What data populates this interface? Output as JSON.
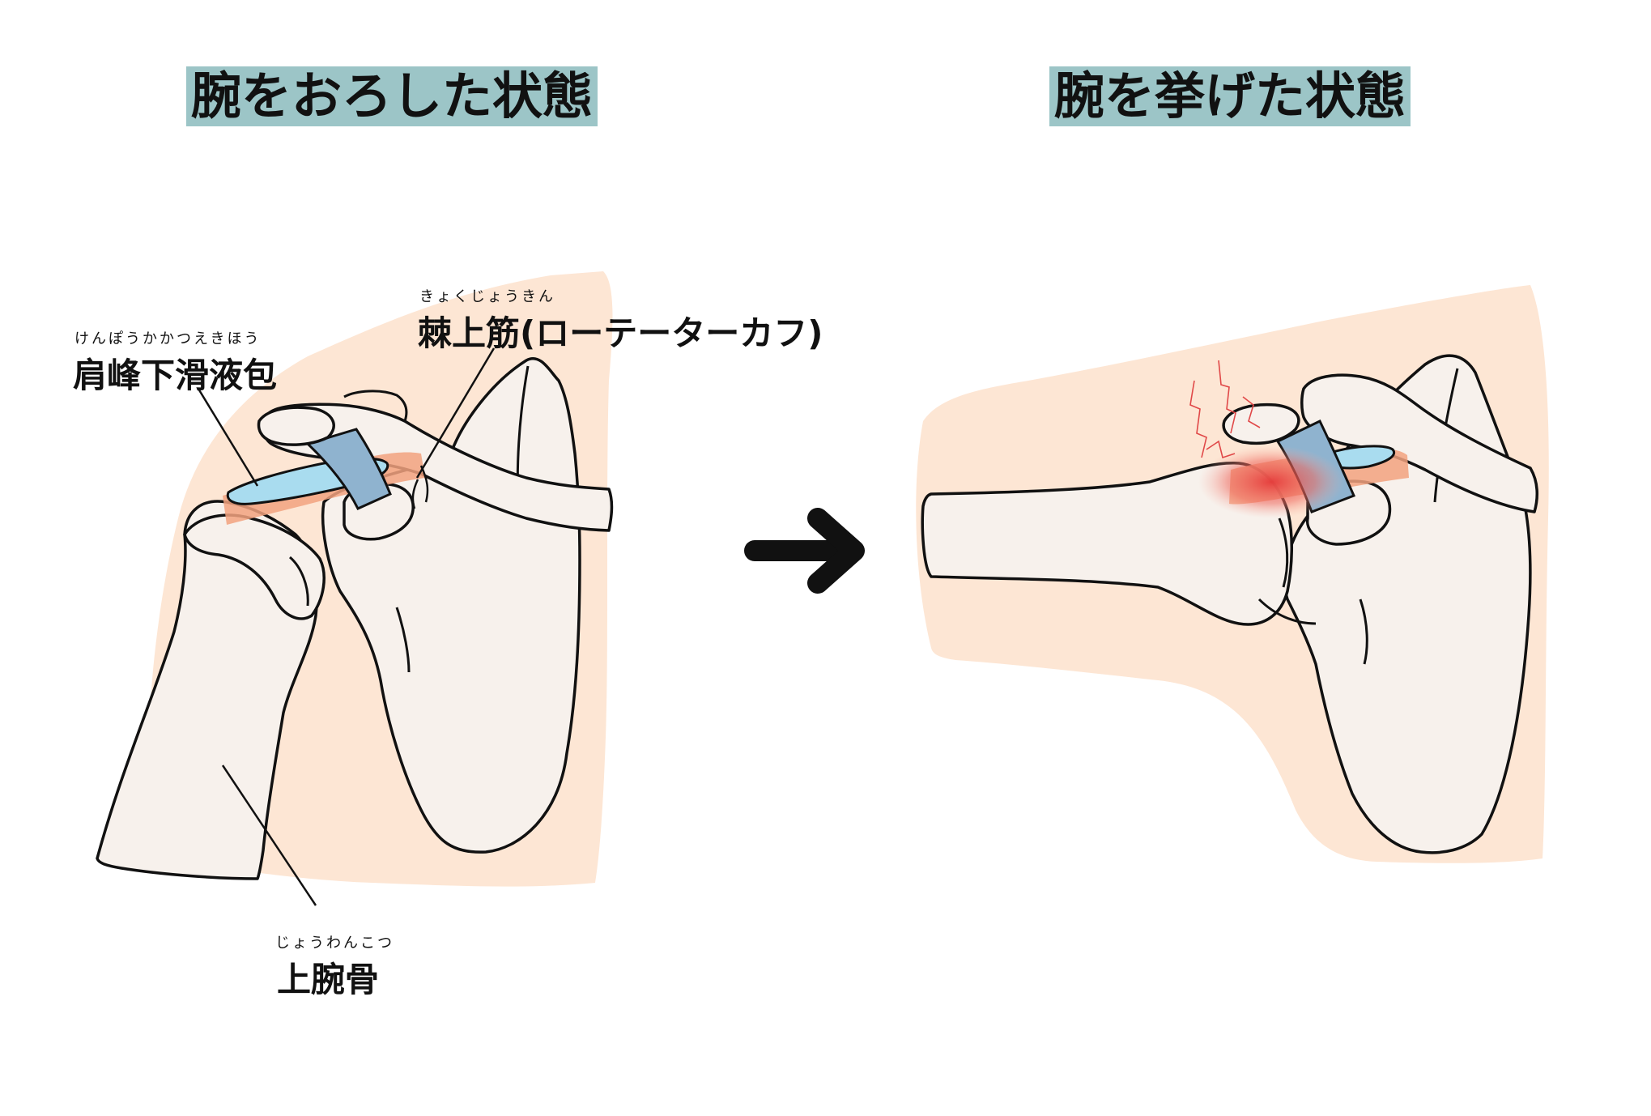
{
  "titles": {
    "arm_down": "腕をおろした状態",
    "arm_raised": "腕を挙げた状態"
  },
  "labels": {
    "bursa_reading": "けんぽうかかつえきほう",
    "bursa": "肩峰下滑液包",
    "supraspinatus_reading": "きょくじょうきん",
    "supraspinatus": "棘上筋(ローテーターカフ)",
    "humerus_reading": "じょうわんこつ",
    "humerus": "上腕骨"
  },
  "colors": {
    "skin": "#fde6d4",
    "bone": "#f7f1ec",
    "outline": "#111111",
    "title_bg": "#9cc5c7",
    "bursa": "#a9dcef",
    "tendon": "#8fb3cf",
    "muscle": "#f2a27f",
    "pain": "#e84848"
  },
  "icons": {
    "transition": "arrow-right-icon"
  }
}
